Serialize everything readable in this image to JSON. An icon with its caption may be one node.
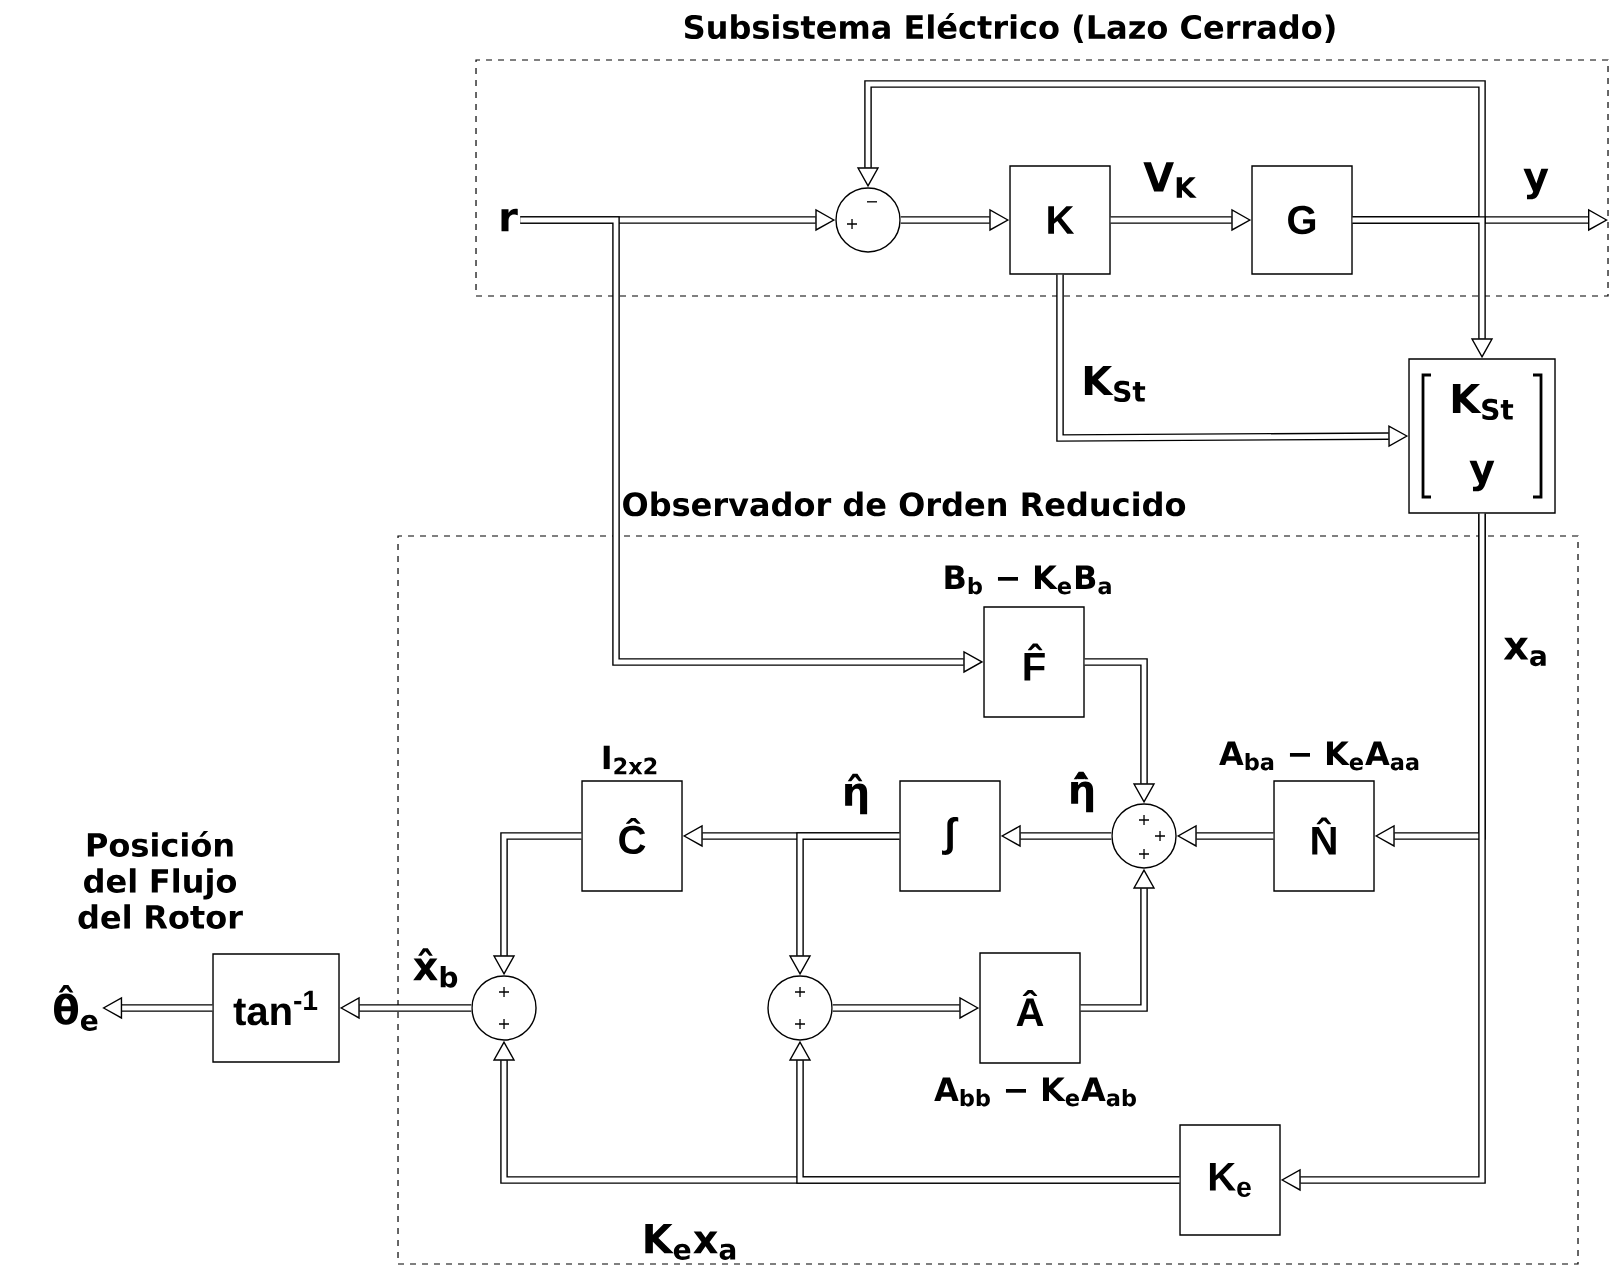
{
  "diagram": {
    "nodes": [
      {
        "text": [
          "Subsistema Eléctrico (Lazo Cerrado)"
        ]
      },
      {
        "text": [
          "r"
        ],
        "in": 0
      },
      {
        "text": [
          "+",
          "−"
        ],
        "in": 0
      },
      {
        "text": [
          "K"
        ],
        "in": 0
      },
      {
        "text": [
          "G"
        ],
        "in": 0
      },
      {
        "text": [
          "K$_{St}$",
          "y"
        ]
      },
      {
        "text": [
          "Observador de Orden Reducido"
        ]
      },
      {
        "text": [
          "F̂"
        ],
        "beside": [
          "B$_{b}$ − K$_{e}$B$_{a}$"
        ],
        "in": 6
      },
      {
        "text": [
          "+",
          "+",
          "+"
        ],
        "in": 6
      },
      {
        "text": [
          "∫"
        ],
        "in": 6
      },
      {
        "text": [
          "N̂"
        ],
        "beside": [
          "A$_{ba}$ − K$_{e}$A$_{aa}$"
        ],
        "in": 6
      },
      {
        "text": [
          "Ĉ"
        ],
        "beside": [
          "I$_{2x2}$"
        ],
        "in": 6
      },
      {
        "text": [
          "+",
          "+"
        ],
        "in": 6
      },
      {
        "text": [
          "+",
          "+"
        ],
        "in": 6
      },
      {
        "text": [
          "Â"
        ],
        "beside": [
          "A$_{bb}$ − K$_{e}$A$_{ab}$"
        ],
        "in": 6
      },
      {
        "text": [
          "K$_{e}$"
        ],
        "in": 6
      },
      {
        "text": [
          "tan$^{-1}$"
        ]
      },
      {
        "text": [
          "θ̂$_{e}$"
        ],
        "beside": [
          "Posición del Flujo del Rotor"
        ]
      }
    ],
    "edges": [
      {
        "from": 1,
        "to": 2,
        "arrow": "to"
      },
      {
        "from": 1,
        "to": 7,
        "arrow": "to"
      },
      {
        "from": 2,
        "to": 3,
        "arrow": "to"
      },
      {
        "from": 3,
        "to": 4,
        "arrow": "to",
        "label": "V$_{K}$"
      },
      {
        "from": 4,
        "to": null,
        "arrow": "to",
        "label": "y"
      },
      {
        "from": 4,
        "to": 2,
        "arrow": "to"
      },
      {
        "from": 4,
        "to": 5,
        "arrow": "to"
      },
      {
        "from": 3,
        "to": 5,
        "arrow": "to",
        "label": "K$_{St}$"
      },
      {
        "from": 5,
        "to": 10,
        "arrow": "to",
        "label": "x$_{a}$"
      },
      {
        "from": 5,
        "to": 15,
        "arrow": "to"
      },
      {
        "from": 10,
        "to": 8,
        "arrow": "to"
      },
      {
        "from": 7,
        "to": 8,
        "arrow": "to"
      },
      {
        "from": 14,
        "to": 8,
        "arrow": "to"
      },
      {
        "from": 8,
        "to": 9,
        "arrow": "to",
        "label": "η̂̇"
      },
      {
        "from": 9,
        "to": 11,
        "arrow": "to",
        "label": "η̂"
      },
      {
        "from": 9,
        "to": 13,
        "arrow": "to"
      },
      {
        "from": 11,
        "to": 12,
        "arrow": "to"
      },
      {
        "from": 13,
        "to": 14,
        "arrow": "to"
      },
      {
        "from": 15,
        "to": 12,
        "arrow": "to",
        "label": "K$_{e}$x$_{a}$"
      },
      {
        "from": 15,
        "to": 13,
        "arrow": "to"
      },
      {
        "from": 12,
        "to": 16,
        "arrow": "to",
        "label": "x̂$_{b}$"
      },
      {
        "from": 16,
        "to": 17,
        "arrow": "to"
      }
    ]
  }
}
